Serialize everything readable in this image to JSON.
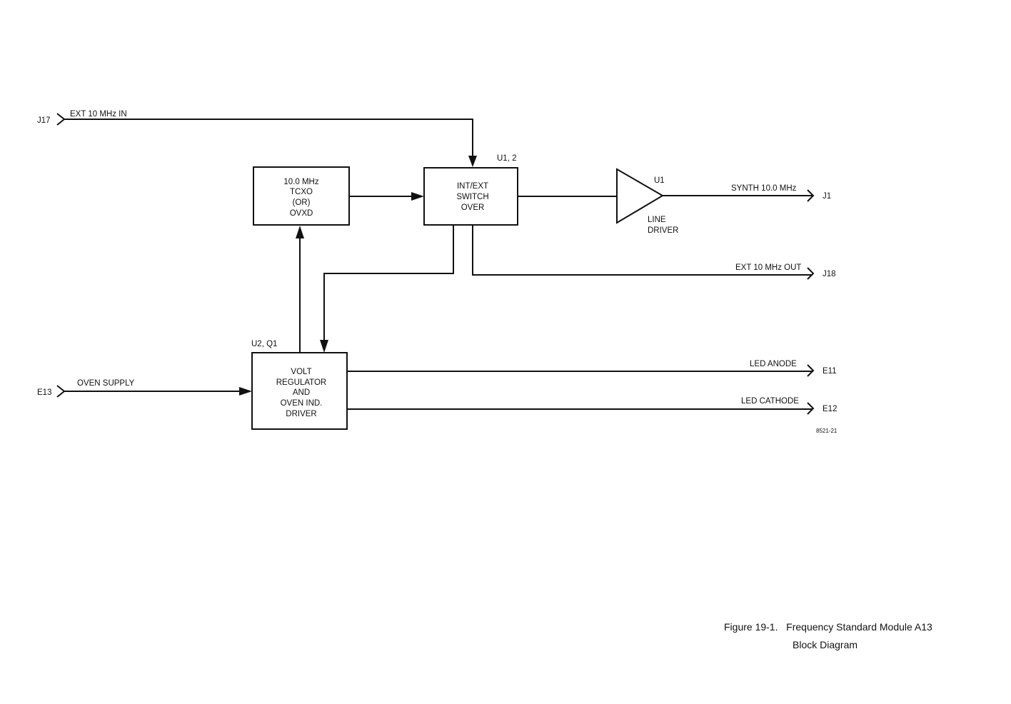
{
  "connectors": {
    "j17": "J17",
    "e13": "E13",
    "j1": "J1",
    "j18": "J18",
    "e11": "E11",
    "e12": "E12"
  },
  "signals": {
    "ext_in": "EXT 10 MHz IN",
    "oven_supply": "OVEN SUPPLY",
    "synth_out": "SYNTH 10.0 MHz",
    "ext_out": "EXT 10 MHz OUT",
    "led_anode": "LED ANODE",
    "led_cathode": "LED CATHODE"
  },
  "blocks": {
    "tcxo": {
      "lines": [
        "10.0 MHz",
        "TCXO",
        "(OR)",
        "OVXD"
      ]
    },
    "switch": {
      "ref": "U1, 2",
      "lines": [
        "INT/EXT",
        "SWITCH",
        "OVER"
      ]
    },
    "driver": {
      "ref": "U1",
      "lines": [
        "LINE",
        "DRIVER"
      ]
    },
    "regulator": {
      "ref": "U2, Q1",
      "lines": [
        "VOLT",
        "REGULATOR",
        "AND",
        "OVEN IND.",
        "DRIVER"
      ]
    }
  },
  "drawing_number": "8521-21",
  "caption": {
    "line1": "Figure 19-1.   Frequency Standard Module A13",
    "line2": "Block Diagram"
  }
}
